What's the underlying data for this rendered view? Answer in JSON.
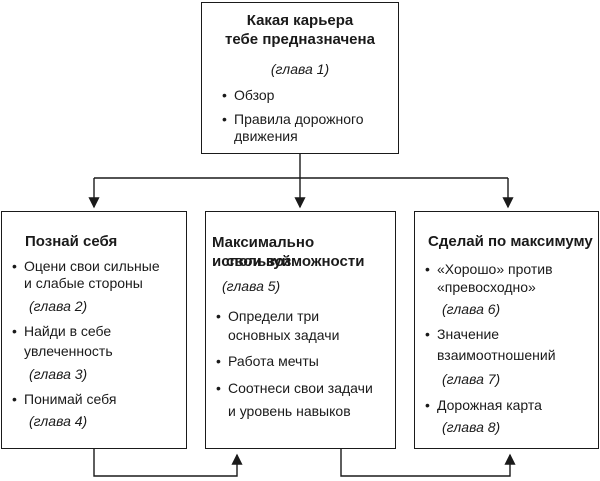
{
  "top_box": {
    "title_line1": "Какая карьера",
    "title_line2": "тебе предназначена",
    "chapter": "(глава 1)",
    "items": [
      "Обзор",
      "Правила дорожного",
      "движения"
    ]
  },
  "left_box": {
    "title": "Познай себя",
    "lines": [
      "Оцени свои сильные",
      "и слабые стороны",
      "(глава 2)",
      "Найди в себе",
      "увлеченность",
      "(глава 3)",
      "Понимай себя",
      "(глава 4)"
    ]
  },
  "middle_box": {
    "title_line1": "Максимально используй",
    "title_line2": "свои возможности",
    "chapter": "(глава 5)",
    "lines": [
      "Определи три",
      "основных задачи",
      "Работа мечты",
      "Соотнеси свои задачи",
      "и уровень навыков"
    ]
  },
  "right_box": {
    "title": "Сделай по максимуму",
    "lines": [
      "«Хорошо» против",
      "«превосходно»",
      "(глава 6)",
      "Значение",
      "взаимоотношений",
      "(глава 7)",
      "Дорожная карта",
      "(глава 8)"
    ]
  }
}
